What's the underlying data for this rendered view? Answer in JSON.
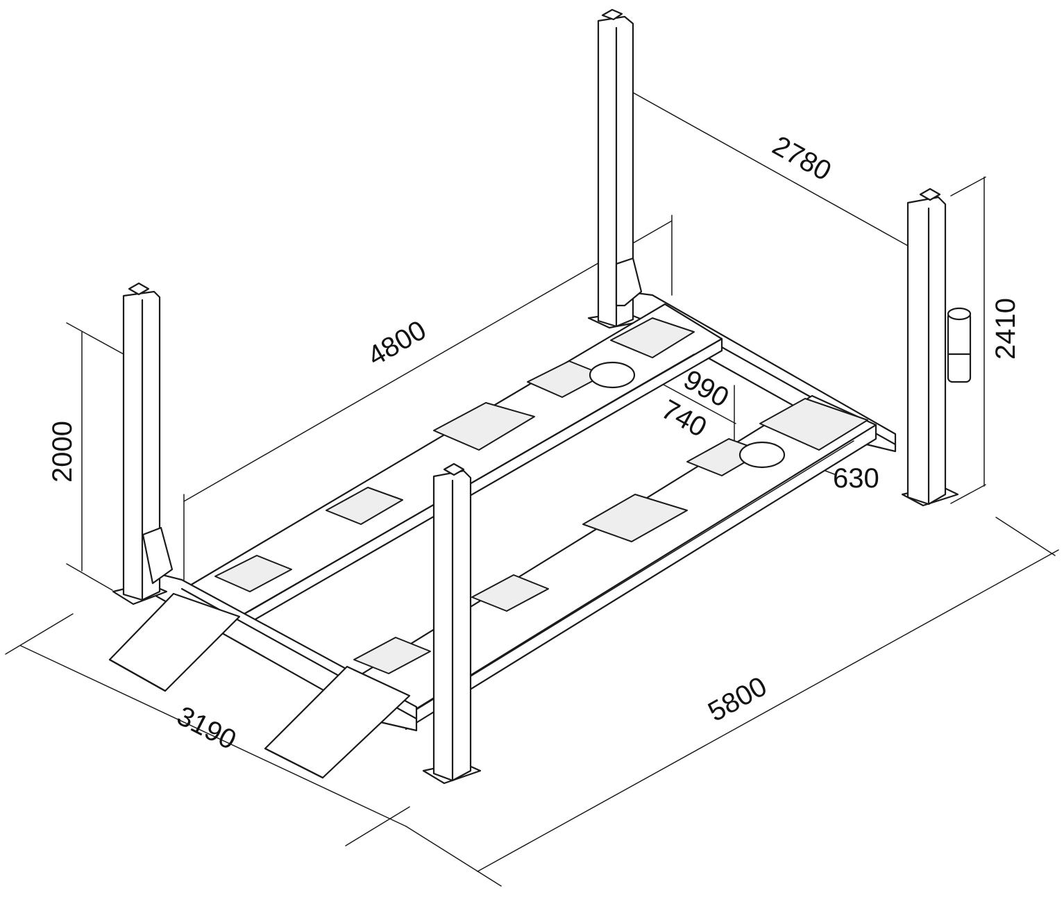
{
  "diagram": {
    "dimensions": {
      "post_distance_2780": "2780",
      "overall_width_3190": "3190",
      "overall_length_5800": "5800",
      "platform_length_4800": "4800",
      "lift_height_2000": "2000",
      "post_height_2410": "2410",
      "track_gap_990": "990",
      "runway_740": "740",
      "runway_630": "630"
    },
    "colors": {
      "line": "#1a1a1a",
      "background": "#ffffff"
    }
  }
}
